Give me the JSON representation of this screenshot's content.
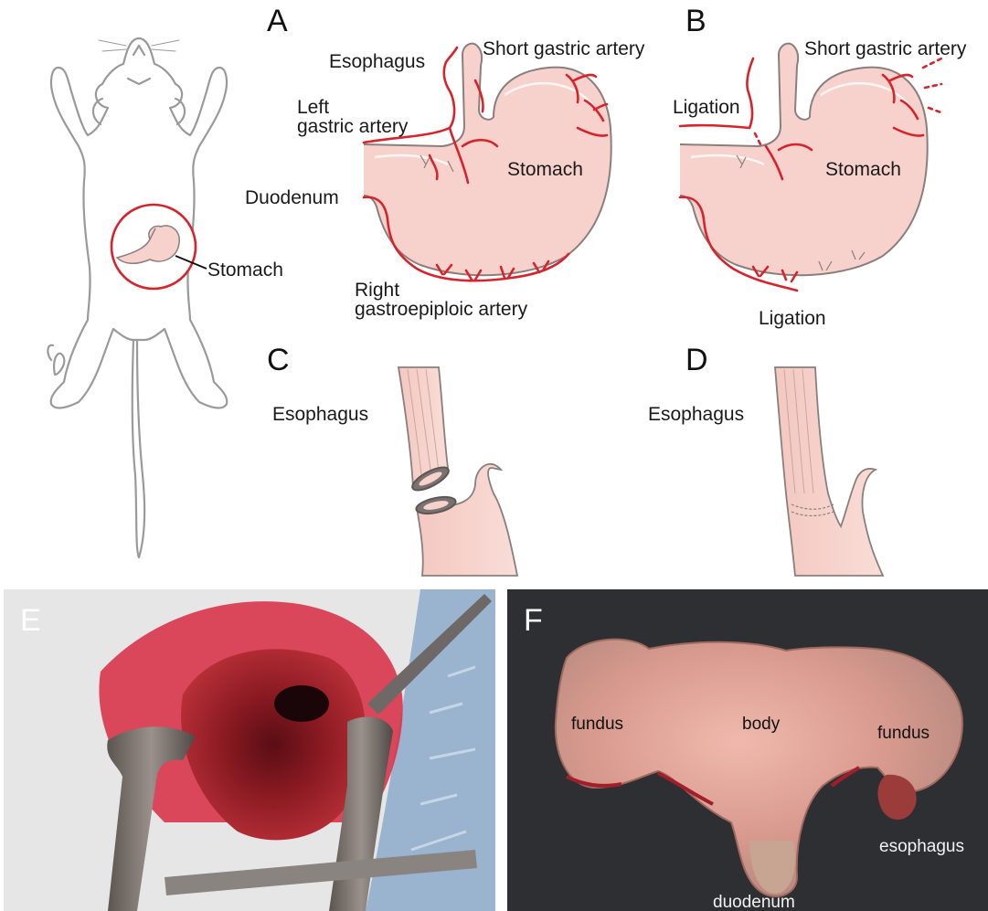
{
  "panels": {
    "a": "A",
    "b": "B",
    "c": "C",
    "d": "D",
    "e": "E",
    "f": "F"
  },
  "rat": {
    "stomach_label": "Stomach"
  },
  "panel_a": {
    "esophagus": "Esophagus",
    "short_gastric": "Short gastric artery",
    "left_gastric_1": "Left",
    "left_gastric_2": "gastric artery",
    "stomach": "Stomach",
    "duodenum": "Duodenum",
    "right_gastro_1": "Right",
    "right_gastro_2": "gastroepiploic artery"
  },
  "panel_b": {
    "short_gastric": "Short gastric artery",
    "ligation_top": "Ligation",
    "stomach": "Stomach",
    "ligation_bottom": "Ligation"
  },
  "panel_c": {
    "esophagus": "Esophagus"
  },
  "panel_d": {
    "esophagus": "Esophagus"
  },
  "panel_f": {
    "fundus_left": "fundus",
    "body": "body",
    "fundus_right": "fundus",
    "esophagus": "esophagus",
    "duodenum": "duodenum"
  },
  "colors": {
    "artery": "#d8232a",
    "organ_fill": "#f7d2cc",
    "organ_stroke": "#8a7f7d",
    "outline_gray": "#9a9a9a",
    "photo_bg_f": "#2e2f32"
  }
}
